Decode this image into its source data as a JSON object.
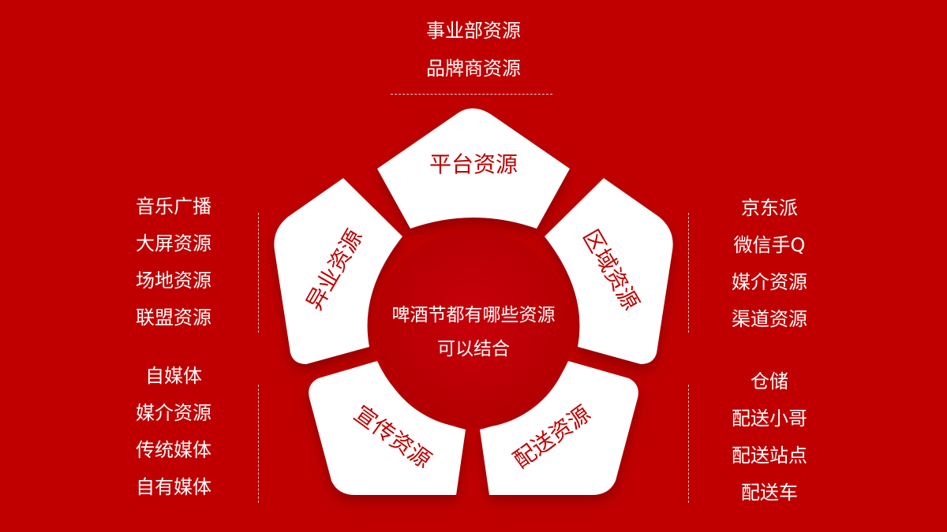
{
  "colors": {
    "background": "#c00000",
    "segment": "#ffffff",
    "segment_text": "#c00000",
    "text": "#ffffff"
  },
  "top": {
    "items": [
      "事业部资源",
      "品牌商资源"
    ]
  },
  "left_upper": {
    "items": [
      "音乐广播",
      "大屏资源",
      "场地资源",
      "联盟资源"
    ]
  },
  "left_lower": {
    "items": [
      "自媒体",
      "媒介资源",
      "传统媒体",
      "自有媒体"
    ]
  },
  "right_upper": {
    "items": [
      "京东派",
      "微信手Q",
      "媒介资源",
      "渠道资源"
    ]
  },
  "right_lower": {
    "items": [
      "仓储",
      "配送小哥",
      "配送站点",
      "配送车"
    ]
  },
  "center": {
    "line1": "啤酒节都有哪些资源",
    "line2": "可以结合"
  },
  "segments": {
    "top": "平台资源",
    "right": "区域资源",
    "bottom_right": "配送资源",
    "bottom_left": "宣传资源",
    "left": "异业资源"
  }
}
